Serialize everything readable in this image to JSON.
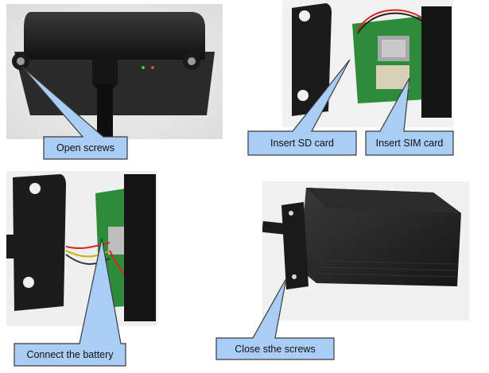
{
  "steps": [
    {
      "label": "Open screws"
    },
    {
      "label": "Insert SD card"
    },
    {
      "label": "Insert SIM card"
    },
    {
      "label": "Connect the battery"
    },
    {
      "label": "Close sthe screws"
    }
  ],
  "colors": {
    "callout_fill": "#aacdf5",
    "callout_stroke": "#3a3a3a",
    "device_dark": "#1c1c1c",
    "pcb_green": "#2e8b3a"
  }
}
